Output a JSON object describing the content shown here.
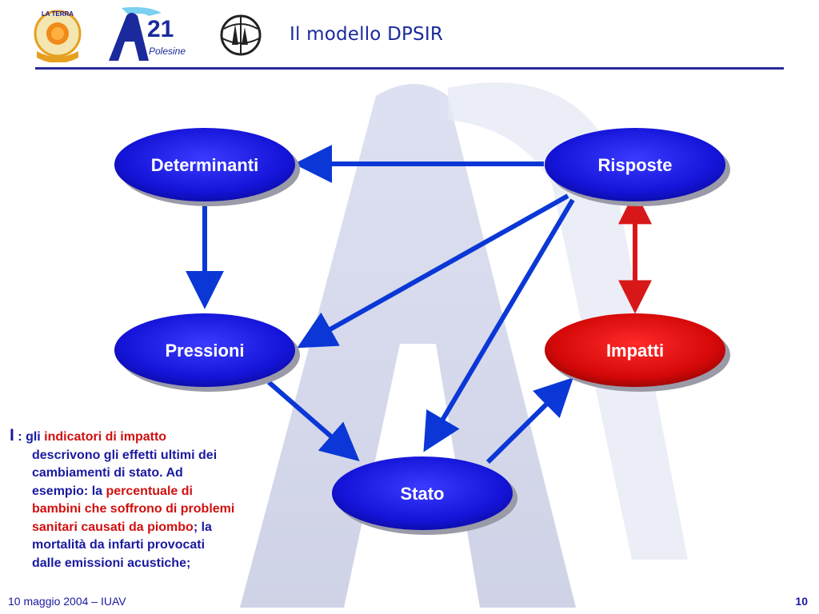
{
  "header": {
    "title": "Il modello DPSIR",
    "logos": [
      {
        "name": "la-terra-logo",
        "text": "LA TERRA"
      },
      {
        "name": "a21-polesine-logo",
        "text_main": "21",
        "text_sub": "Polesine"
      },
      {
        "name": "globe-logo"
      }
    ]
  },
  "diagram": {
    "nodes": {
      "determinanti": "Determinanti",
      "risposte": "Risposte",
      "pressioni": "Pressioni",
      "impatti": "Impatti",
      "stato": "Stato"
    },
    "colors": {
      "node_blue": "#1a1ad0",
      "node_red": "#cc0808",
      "arrow_blue": "#0a37d6",
      "arrow_red": "#d81818"
    }
  },
  "description": {
    "key": "I",
    "p1": " : gli ",
    "h1": "indicatori di impatto",
    "line2": "descrivono gli effetti ultimi dei",
    "line3": "cambiamenti di stato. Ad",
    "line4a": "esempio: la ",
    "h2a": "percentuale di",
    "h2b": "bambini che soffrono di problemi",
    "h2c": "sanitari causati da piombo",
    "line7b": "; la",
    "line8": "mortalità da infarti provocati",
    "line9": "dalle emissioni acustiche;"
  },
  "footer": {
    "date": "10 maggio 2004  – IUAV",
    "page": "10"
  }
}
